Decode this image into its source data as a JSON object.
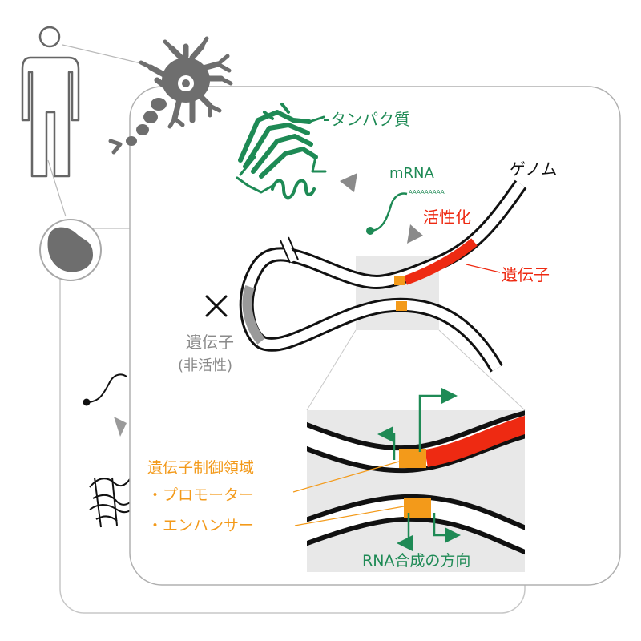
{
  "labels": {
    "protein": "タンパク質",
    "mrna": "mRNA",
    "poly_a": "AAAAAAAAA",
    "genome": "ゲノム",
    "activation": "活性化",
    "gene_active": "遺伝子",
    "gene_inactive": "遺伝子",
    "inactive_note": "(非活性)",
    "regulatory_region": "遺伝子制御領域",
    "promoter": "・プロモーター",
    "enhancer": "・エンハンサー",
    "rna_direction": "RNA合成の方向"
  },
  "colors": {
    "green": "#1e8a55",
    "red": "#ee2a12",
    "orange": "#f39a1a",
    "gray": "#8a8a8a",
    "dark_gray": "#6e6e6e",
    "panel_gray": "#e8e8e8"
  },
  "icons": {
    "person": "person-icon",
    "neuron": "neuron-icon",
    "cell": "cell-icon",
    "protein": "protein-structure-icon",
    "inactive": "cross-icon"
  }
}
